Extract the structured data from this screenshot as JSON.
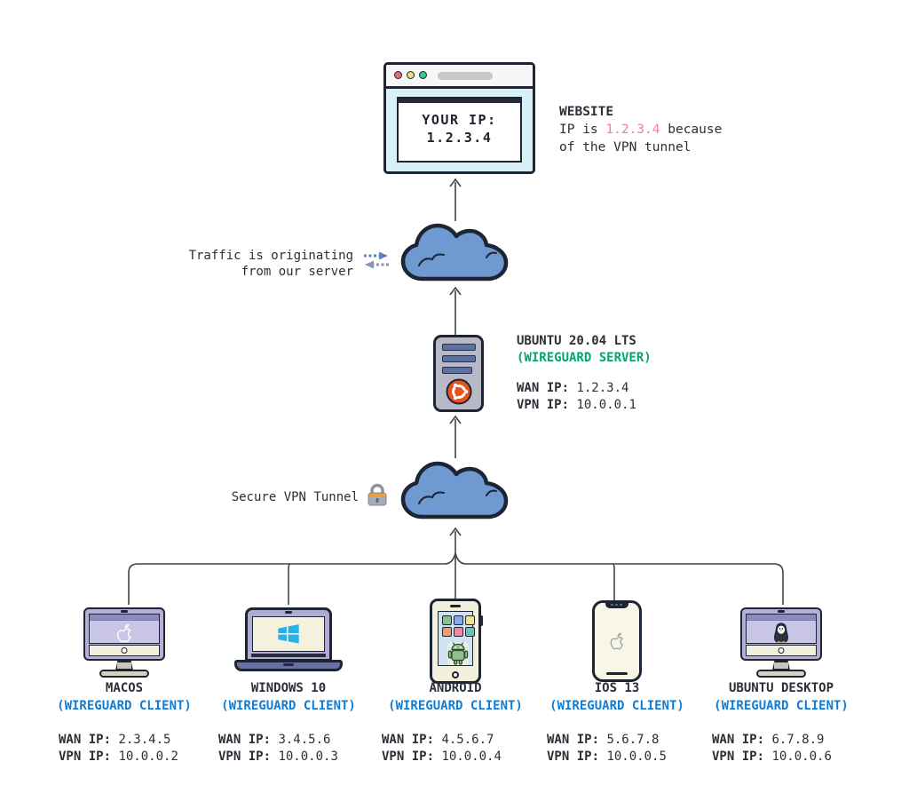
{
  "browser": {
    "your_ip_label": "YOUR IP:",
    "your_ip_value": "1.2.3.4"
  },
  "website_note": {
    "title": "WEBSITE",
    "line1_pre": "IP is ",
    "line1_ip": "1.2.3.4",
    "line1_post": " because",
    "line2": "of the VPN tunnel"
  },
  "traffic_note": {
    "line1": "Traffic is originating",
    "line2": "from our server"
  },
  "server": {
    "title": "UBUNTU 20.04 LTS",
    "subtitle": "(WIREGUARD SERVER)",
    "wan_value": "1.2.3.4",
    "vpn_value": "10.0.0.1"
  },
  "tunnel_note": {
    "text": "Secure VPN Tunnel"
  },
  "labels": {
    "wan": "WAN IP: ",
    "vpn": "VPN IP: "
  },
  "clients": [
    {
      "name": "MACOS",
      "role": "(WIREGUARD CLIENT)",
      "wan": "2.3.4.5",
      "vpn": "10.0.0.2",
      "icon": "apple-imac-icon"
    },
    {
      "name": "WINDOWS 10",
      "role": "(WIREGUARD CLIENT)",
      "wan": "3.4.5.6",
      "vpn": "10.0.0.3",
      "icon": "windows-laptop-icon"
    },
    {
      "name": "ANDROID",
      "role": "(WIREGUARD CLIENT)",
      "wan": "4.5.6.7",
      "vpn": "10.0.0.4",
      "icon": "android-phone-icon"
    },
    {
      "name": "IOS 13",
      "role": "(WIREGUARD CLIENT)",
      "wan": "5.6.7.8",
      "vpn": "10.0.0.5",
      "icon": "iphone-icon"
    },
    {
      "name": "UBUNTU DESKTOP",
      "role": "(WIREGUARD CLIENT)",
      "wan": "6.7.8.9",
      "vpn": "10.0.0.6",
      "icon": "tux-desktop-icon"
    }
  ],
  "icons": {
    "cloud": "cloud-icon",
    "transfer": "transfer-arrows-icon",
    "lock": "lock-icon",
    "server": "server-tower-icon",
    "ubuntu_logo": "ubuntu-logo-icon"
  },
  "colors": {
    "ink": "#2b2f38",
    "connector": "#3f444d",
    "cloud_fill": "#6f9ad1",
    "outline": "#1d2433",
    "client_accent": "#0f7cd6",
    "server_accent": "#00a86b",
    "highlight_ip": "#ef7f9e",
    "ubuntu_orange": "#e8521e",
    "windows_blue": "#29b0e6",
    "browser_body": "#d8f1f8"
  }
}
